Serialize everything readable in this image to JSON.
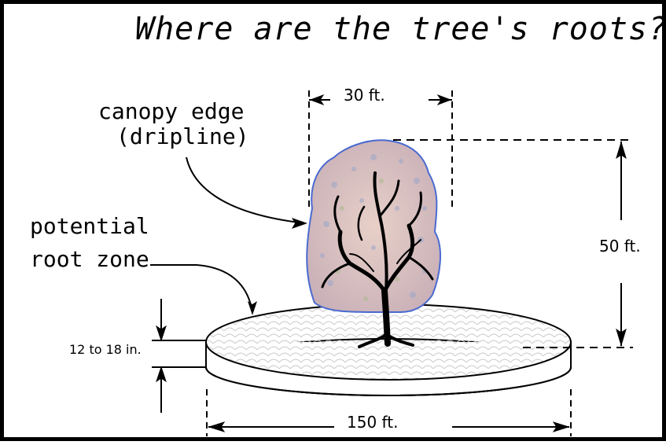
{
  "diagram": {
    "title": "Where are the tree's roots?",
    "labels": {
      "canopy_line1": "canopy edge",
      "canopy_line2": "(dripline)",
      "root_zone_line1": "potential",
      "root_zone_line2": "root zone",
      "canopy_width": "30 ft.",
      "tree_height": "50 ft.",
      "root_depth": "12 to 18 in.",
      "root_spread": "150 ft."
    }
  }
}
